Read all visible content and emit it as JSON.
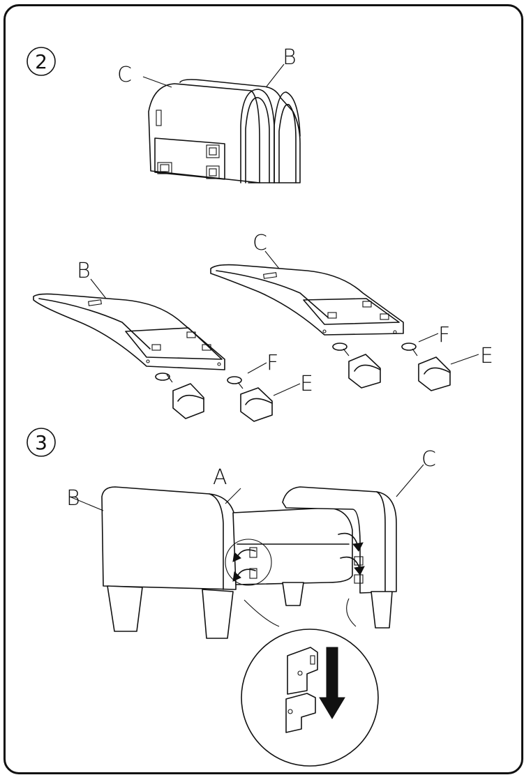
{
  "steps": [
    {
      "number": "2"
    },
    {
      "number": "3"
    }
  ],
  "labels": {
    "step2_top_C": "C",
    "step2_top_B": "B",
    "step2_left_B": "B",
    "step2_left_F": "F",
    "step2_left_E": "E",
    "step2_right_C": "C",
    "step2_right_F": "F",
    "step2_right_E": "E",
    "step3_A": "A",
    "step3_B": "B",
    "step3_C": "C"
  },
  "colors": {
    "ink": "#111111",
    "paper": "#ffffff"
  },
  "icons": [
    "curved-arrow-icon",
    "down-arrow-icon",
    "rotate-arrow-icon"
  ]
}
